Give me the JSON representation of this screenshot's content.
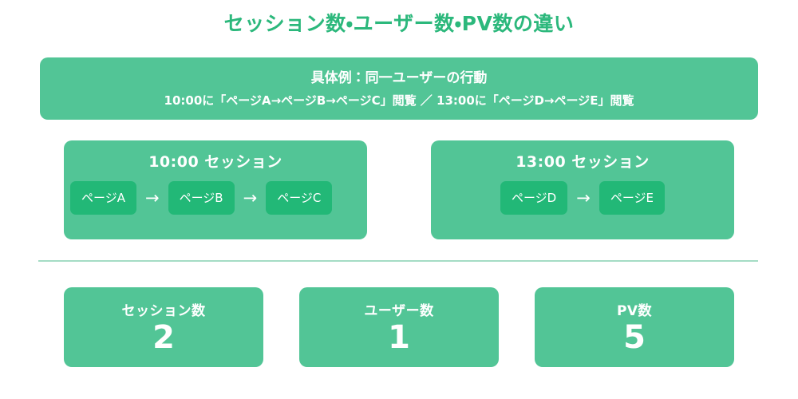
{
  "title": "セッション数・ユーザー数・PV数の違い",
  "colors": {
    "title_green": "#2CB87C",
    "panel_green": "#52C596",
    "chip_green": "#22B877",
    "divider_green": "#A5DCC5",
    "text_white": "#FFFFFF",
    "background": "#FFFFFF"
  },
  "banner": {
    "heading": "具体例：同一ユーザーの行動",
    "detail": "10:00に「ページA→ページB→ページC」閲覧 ／ 13:00に「ページD→ページE」閲覧"
  },
  "sessions": [
    {
      "title": "10:00 セッション",
      "pages": [
        "ページA",
        "ページB",
        "ページC"
      ],
      "arrow": "→"
    },
    {
      "title": "13:00 セッション",
      "pages": [
        "ページD",
        "ページE"
      ],
      "arrow": "→"
    }
  ],
  "metrics": [
    {
      "label": "セッション数",
      "value": "2"
    },
    {
      "label": "ユーザー数",
      "value": "1"
    },
    {
      "label": "PV数",
      "value": "5"
    }
  ]
}
